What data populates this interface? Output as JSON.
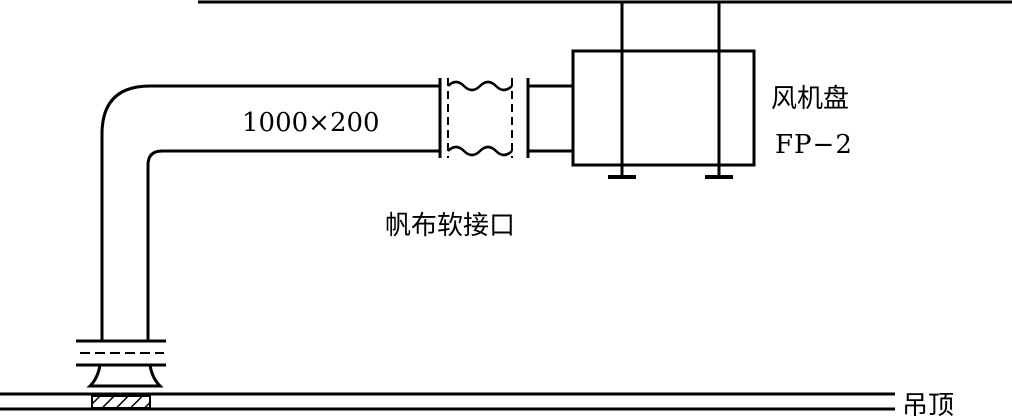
{
  "diagram": {
    "duct_size": "1000×200",
    "fan_coil_name": "风机盘",
    "fan_coil_model": "FP−2",
    "canvas_connector": "帆布软接口",
    "ceiling": "吊顶"
  },
  "colors": {
    "line": "#000000",
    "background": "#ffffff"
  }
}
